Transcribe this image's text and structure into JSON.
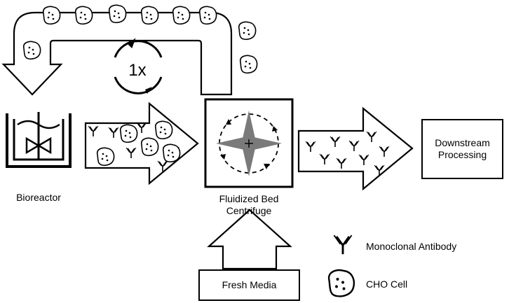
{
  "labels": {
    "bioreactor": "Bioreactor",
    "centrifuge_line1": "Fluidized Bed",
    "centrifuge_line2": "Centrifuge",
    "downstream_line1": "Downstream",
    "downstream_line2": "Processing",
    "fresh_media": "Fresh Media",
    "recycle_count": "1x"
  },
  "legend": {
    "antibody": "Monoclonal Antibody",
    "cho_cell": "CHO Cell"
  },
  "colors": {
    "stroke": "#000000",
    "vane_fill": "#7a7a7a",
    "background": "#ffffff"
  }
}
